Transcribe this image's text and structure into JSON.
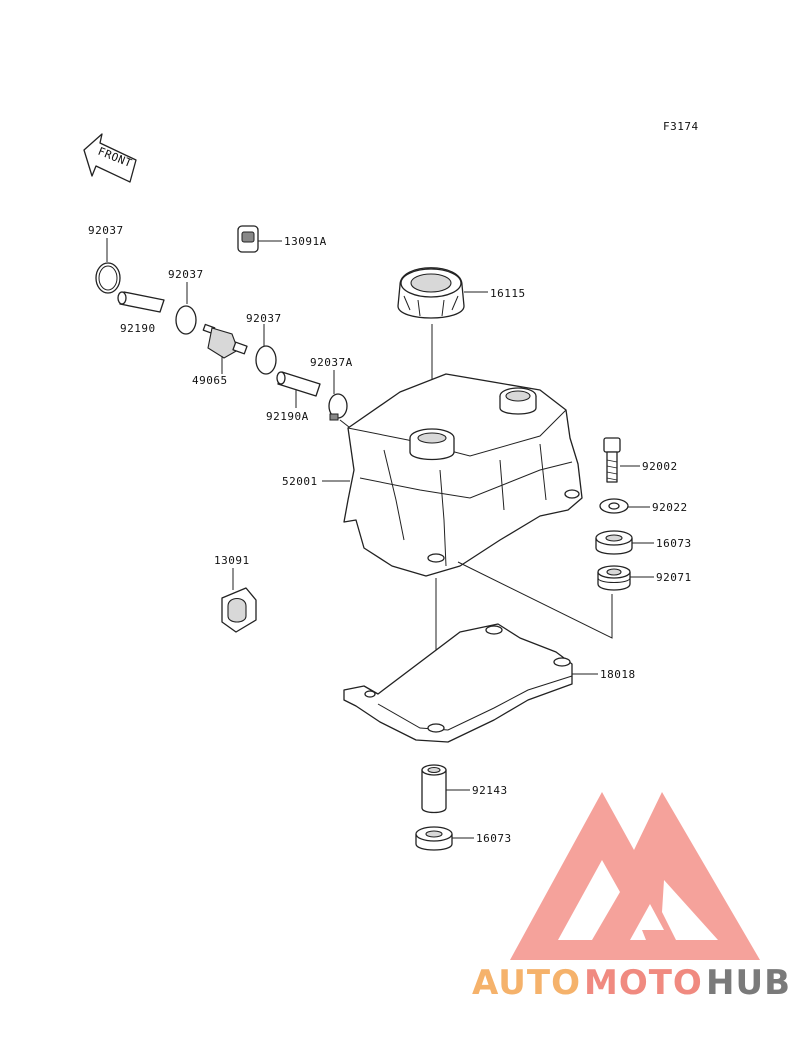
{
  "figure_code": "F3174",
  "front_arrow_label": "FRONT",
  "parts": {
    "p92037_a": "92037",
    "p92037_b": "92037",
    "p92037_c": "92037",
    "p92037a": "92037A",
    "p92190": "92190",
    "p92190a": "92190A",
    "p49065": "49065",
    "p13091a": "13091A",
    "p16115": "16115",
    "p52001": "52001",
    "p92002": "92002",
    "p92022": "92022",
    "p16073_a": "16073",
    "p92071": "92071",
    "p13091": "13091",
    "p18018": "18018",
    "p92143": "92143",
    "p16073_b": "16073"
  },
  "watermark": {
    "part1": "AUTO",
    "part2": "MOTO",
    "part3": "HUB",
    "color1": "#f5b26b",
    "color2": "#f08a80",
    "color3": "#7a7a7a",
    "logo_color": "#f28b82"
  }
}
